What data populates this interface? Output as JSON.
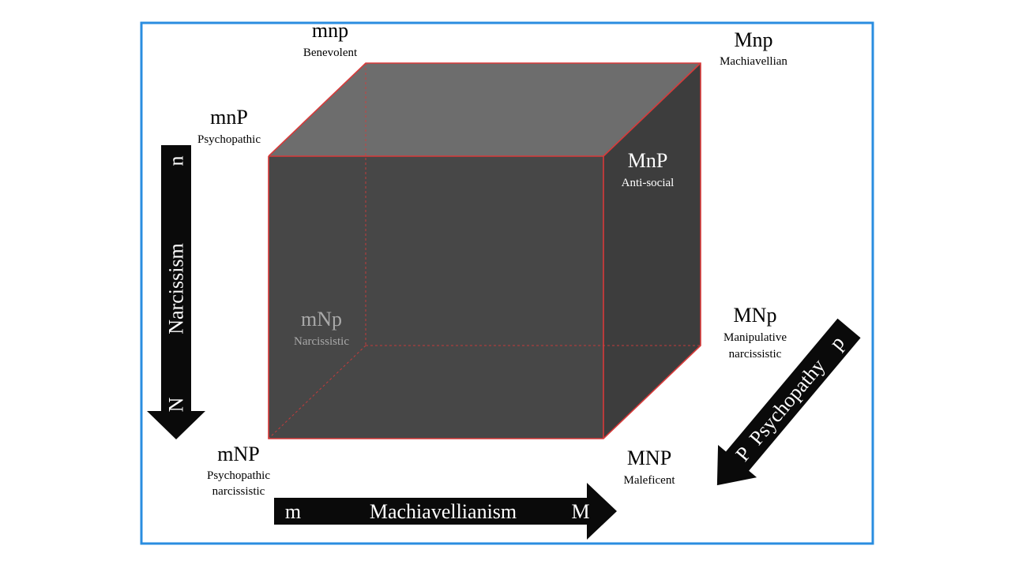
{
  "colors": {
    "frame": "#2a8de0",
    "cube_front": "#474747",
    "cube_right": "#3d3d3d",
    "cube_top": "#6d6d6d",
    "cube_edge": "#d83a3a",
    "arrow": "#0a0a0a"
  },
  "vertices": {
    "mnp": {
      "code": "mnp",
      "label": "Benevolent"
    },
    "Mnp": {
      "code": "Mnp",
      "label": "Machiavellian"
    },
    "mnP": {
      "code": "mnP",
      "label": "Psychopathic"
    },
    "MnP": {
      "code": "MnP",
      "label": "Anti-social"
    },
    "mNp": {
      "code": "mNp",
      "label": "Narcissistic"
    },
    "MNp": {
      "code": "MNp",
      "label_1": "Manipulative",
      "label_2": "narcissistic"
    },
    "mNP": {
      "code": "mNP",
      "label_1": "Psychopathic",
      "label_2": "narcissistic"
    },
    "MNP": {
      "code": "MNP",
      "label": "Maleficent"
    }
  },
  "axes": {
    "narcissism": {
      "name": "Narcissism",
      "low": "n",
      "high": "N"
    },
    "machiavellianism": {
      "name": "Machiavellianism",
      "low": "m",
      "high": "M"
    },
    "psychopathy": {
      "name": "Psychopathy",
      "low": "p",
      "high": "P"
    }
  }
}
